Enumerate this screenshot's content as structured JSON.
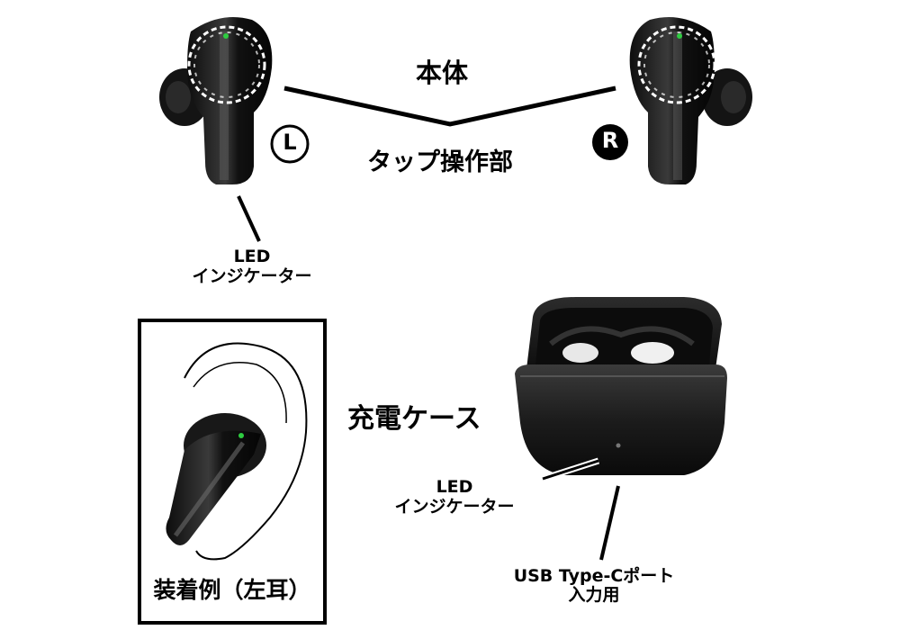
{
  "labels": {
    "body": "本体",
    "tap_area": "タップ操作部",
    "left_mark": "L",
    "right_mark": "R",
    "led_earbud_line1": "LED",
    "led_earbud_line2": "インジケーター",
    "wear_example": "装着例（左耳）",
    "charging_case": "充電ケース",
    "led_case_line1": "LED",
    "led_case_line2": "インジケーター",
    "usb_line1": "USB Type-Cポート",
    "usb_line2": "入力用"
  },
  "colors": {
    "earbud_body": "#1a1a1a",
    "earbud_highlight": "#6a6a6a",
    "led_green": "#2ecc40",
    "case_body": "#222222",
    "line": "#000000"
  }
}
